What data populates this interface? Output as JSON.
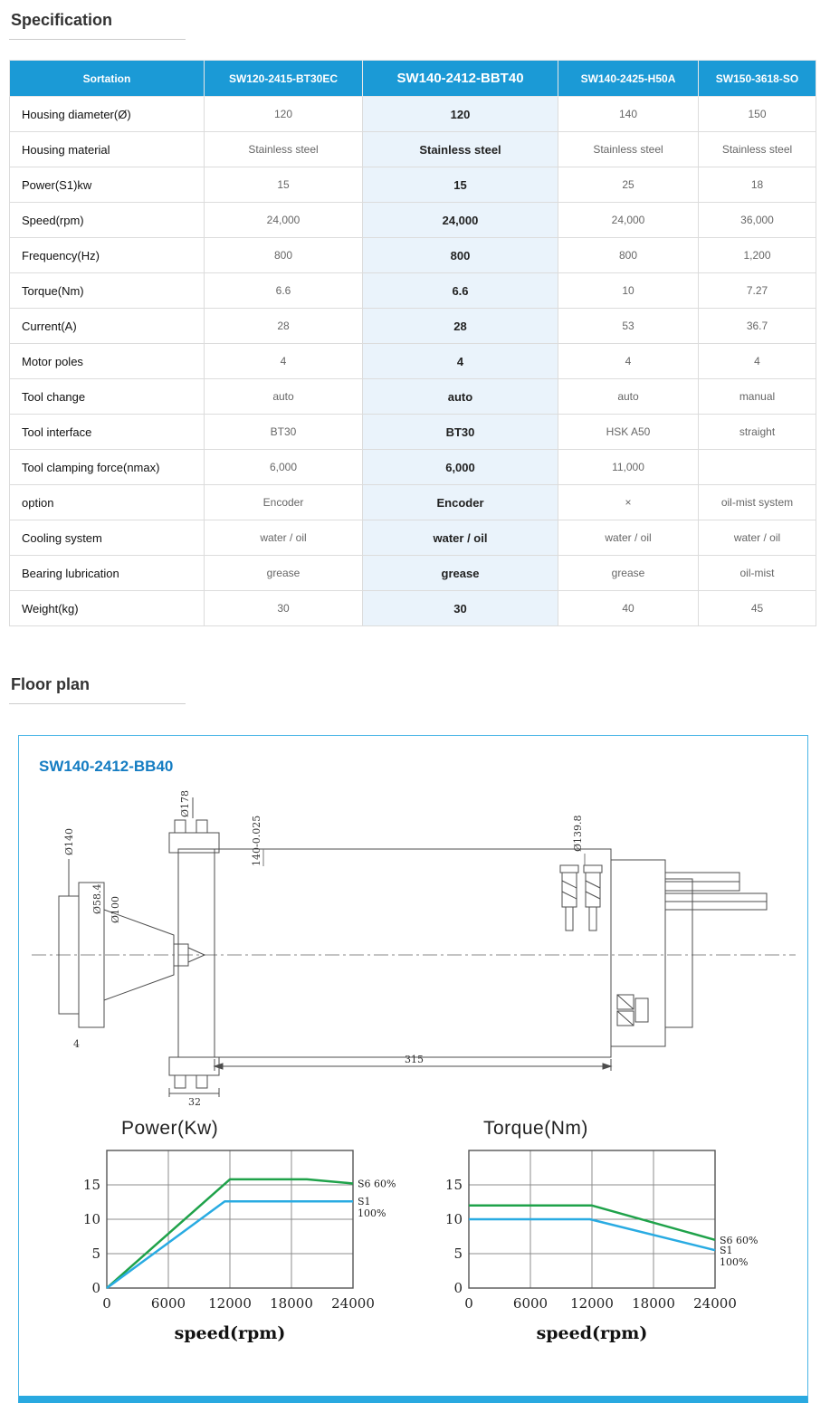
{
  "page": {
    "section1_title": "Specification",
    "section2_title": "Floor plan",
    "floorplan_model": "SW140-2412-BB40"
  },
  "colors": {
    "header_blue": "#1b9ad6",
    "highlight_bg": "#eaf3fb",
    "accent_blue": "#29a9e0",
    "series_green": "#1fa24a",
    "series_blue": "#29abe2"
  },
  "table": {
    "header": [
      "Sortation",
      "SW120-2415-BT30EC",
      "SW140-2412-BBT40",
      "SW140-2425-H50A",
      "SW150-3618-SO"
    ],
    "highlight_column_index": 2,
    "rows": [
      {
        "label": "Housing diameter(Ø)",
        "values": [
          "120",
          "120",
          "140",
          "150"
        ]
      },
      {
        "label": "Housing material",
        "values": [
          "Stainless steel",
          "Stainless steel",
          "Stainless steel",
          "Stainless steel"
        ]
      },
      {
        "label": "Power(S1)kw",
        "values": [
          "15",
          "15",
          "25",
          "18"
        ]
      },
      {
        "label": "Speed(rpm)",
        "values": [
          "24,000",
          "24,000",
          "24,000",
          "36,000"
        ]
      },
      {
        "label": "Frequency(Hz)",
        "values": [
          "800",
          "800",
          "800",
          "1,200"
        ]
      },
      {
        "label": "Torque(Nm)",
        "values": [
          "6.6",
          "6.6",
          "10",
          "7.27"
        ]
      },
      {
        "label": "Current(A)",
        "values": [
          "28",
          "28",
          "53",
          "36.7"
        ]
      },
      {
        "label": "Motor poles",
        "values": [
          "4",
          "4",
          "4",
          "4"
        ]
      },
      {
        "label": "Tool change",
        "values": [
          "auto",
          "auto",
          "auto",
          "manual"
        ]
      },
      {
        "label": "Tool interface",
        "values": [
          "BT30",
          "BT30",
          "HSK A50",
          "straight"
        ]
      },
      {
        "label": "Tool clamping force(nmax)",
        "values": [
          "6,000",
          "6,000",
          "11,000",
          ""
        ]
      },
      {
        "label": "option",
        "values": [
          "Encoder",
          "Encoder",
          "×",
          "oil-mist system"
        ]
      },
      {
        "label": "Cooling system",
        "values": [
          "water / oil",
          "water / oil",
          "water / oil",
          "water / oil"
        ]
      },
      {
        "label": "Bearing lubrication",
        "values": [
          "grease",
          "grease",
          "grease",
          "oil-mist"
        ]
      },
      {
        "label": "Weight(kg)",
        "values": [
          "30",
          "30",
          "40",
          "45"
        ]
      }
    ]
  },
  "drawing": {
    "dims": {
      "d140": "Ø140",
      "d178": "Ø178",
      "tol140": "140-0.025",
      "d139_8": "Ø139.8",
      "d58_4": "Ø58.4",
      "d100": "Ø100",
      "n4": "4",
      "n32": "32",
      "n315": "315"
    }
  },
  "chart_data": [
    {
      "type": "line",
      "title": "Power(Kw)",
      "xlabel": "speed(rpm)",
      "xlim": [
        0,
        24000
      ],
      "ylim": [
        0,
        20
      ],
      "xticks": [
        0,
        6000,
        12000,
        18000,
        24000
      ],
      "yticks": [
        0,
        5,
        10,
        15
      ],
      "grid": true,
      "legend_position": "right",
      "series": [
        {
          "name": "S6 60%",
          "label_lines": [
            "S6 60%"
          ],
          "color": "#1fa24a",
          "points": [
            [
              0,
              0
            ],
            [
              12000,
              15.8
            ],
            [
              19500,
              15.8
            ],
            [
              24000,
              15.2
            ]
          ]
        },
        {
          "name": "S1 100%",
          "label_lines": [
            "S1",
            "100%"
          ],
          "color": "#29abe2",
          "points": [
            [
              0,
              0
            ],
            [
              11500,
              12.6
            ],
            [
              24000,
              12.6
            ]
          ]
        }
      ]
    },
    {
      "type": "line",
      "title": "Torque(Nm)",
      "xlabel": "speed(rpm)",
      "xlim": [
        0,
        24000
      ],
      "ylim": [
        0,
        20
      ],
      "xticks": [
        0,
        6000,
        12000,
        18000,
        24000
      ],
      "yticks": [
        0,
        5,
        10,
        15
      ],
      "grid": true,
      "legend_position": "right",
      "series": [
        {
          "name": "S6 60%",
          "label_lines": [
            "S6 60%"
          ],
          "color": "#1fa24a",
          "points": [
            [
              0,
              12
            ],
            [
              12000,
              12
            ],
            [
              24000,
              7
            ]
          ]
        },
        {
          "name": "S1 100%",
          "label_lines": [
            "S1",
            "100%"
          ],
          "color": "#29abe2",
          "points": [
            [
              0,
              10
            ],
            [
              11800,
              10
            ],
            [
              24000,
              5.5
            ]
          ]
        }
      ]
    }
  ]
}
